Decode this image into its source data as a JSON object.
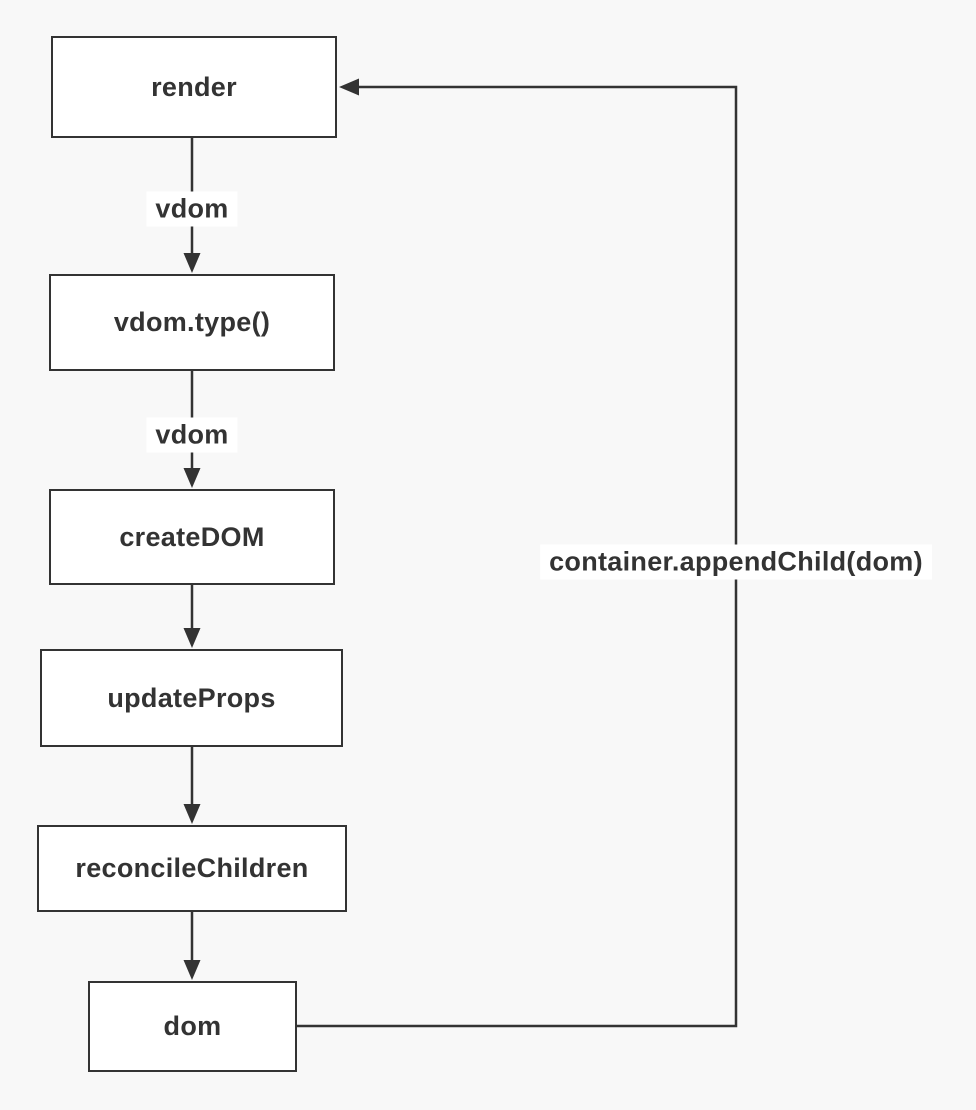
{
  "diagram": {
    "type": "flowchart",
    "colors": {
      "background": "#f8f8f8",
      "node_fill": "#ffffff",
      "stroke": "#333333",
      "text": "#333333"
    },
    "nodes": [
      {
        "id": "render",
        "label": "render"
      },
      {
        "id": "vdom-type",
        "label": "vdom.type()"
      },
      {
        "id": "create-dom",
        "label": "createDOM"
      },
      {
        "id": "update-props",
        "label": "updateProps"
      },
      {
        "id": "reconcile-children",
        "label": "reconcileChildren"
      },
      {
        "id": "dom",
        "label": "dom"
      }
    ],
    "edges": [
      {
        "from": "render",
        "to": "vdom.type()",
        "label": "vdom"
      },
      {
        "from": "vdom.type()",
        "to": "createDOM",
        "label": "vdom"
      },
      {
        "from": "createDOM",
        "to": "updateProps",
        "label": ""
      },
      {
        "from": "updateProps",
        "to": "reconcileChildren",
        "label": ""
      },
      {
        "from": "reconcileChildren",
        "to": "dom",
        "label": ""
      },
      {
        "from": "dom",
        "to": "render",
        "label": "container.appendChild(dom)"
      }
    ]
  }
}
